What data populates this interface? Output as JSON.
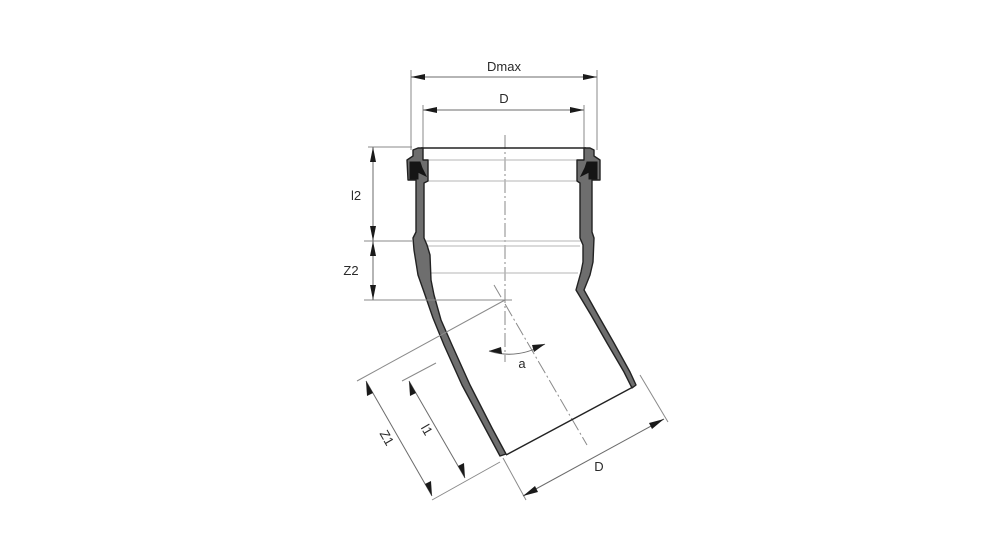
{
  "diagram": {
    "subject": "45-degree pipe bend with socket and seal ring (technical dimension drawing)",
    "colors": {
      "background": "#ffffff",
      "wall_fill": "#6e6e6e",
      "outline": "#222222",
      "seal": "#151515",
      "dimension_lines": "#6b6b6b"
    },
    "dimensions": {
      "dmax": {
        "label": "Dmax",
        "description": "maximum outer diameter of socket"
      },
      "d_top": {
        "label": "D",
        "description": "nominal diameter at socket"
      },
      "l2": {
        "label": "l2",
        "description": "socket insertion depth"
      },
      "z2": {
        "label": "Z2",
        "description": "socket-side laying length"
      },
      "angle": {
        "label": "a",
        "description": "bend angle"
      },
      "z1": {
        "label": "Z1",
        "description": "spigot-side laying length"
      },
      "l1": {
        "label": "l1",
        "description": "spigot length"
      },
      "d_bottom": {
        "label": "D",
        "description": "nominal diameter at spigot end"
      }
    }
  }
}
